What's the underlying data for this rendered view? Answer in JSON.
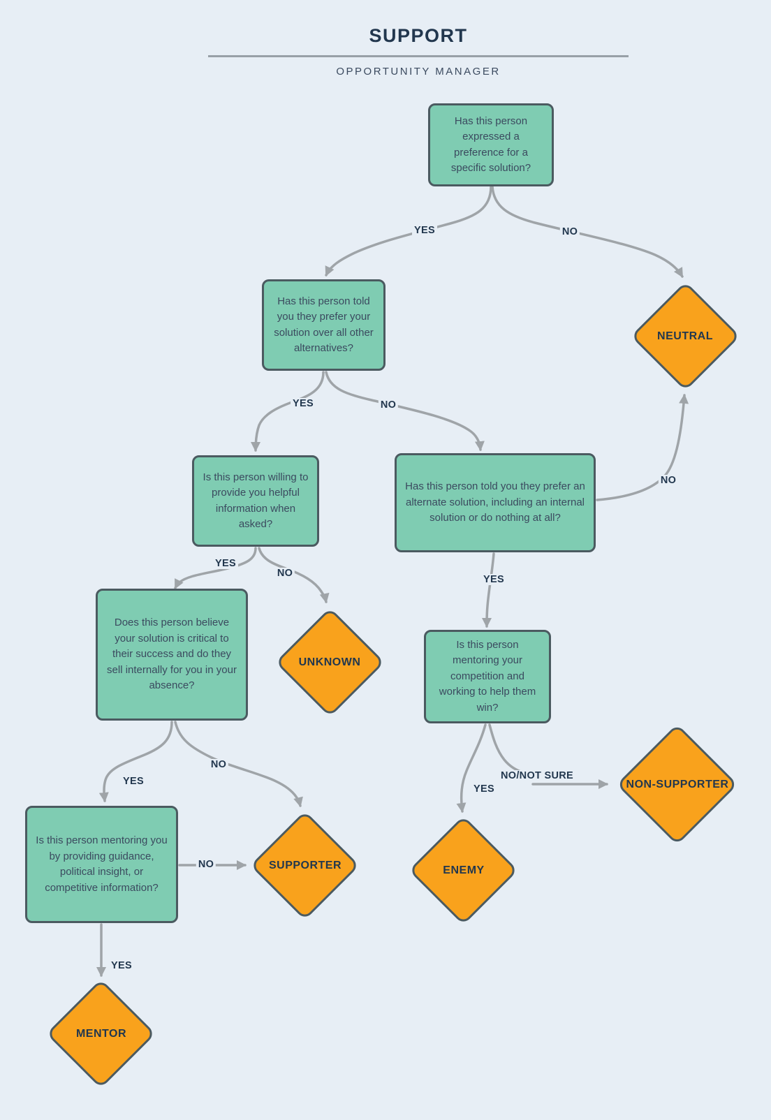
{
  "header": {
    "title": "SUPPORT",
    "subtitle": "OPPORTUNITY MANAGER"
  },
  "colors": {
    "background": "#e7eef5",
    "node_fill": "#7fccb2",
    "node_border": "#4b5a60",
    "outcome_fill": "#f9a21c",
    "outcome_border": "#4b5a60",
    "text": "#3b4a5f",
    "label_text": "#22374e",
    "arrow": "#9fa4a8",
    "divider": "#98a0a7"
  },
  "questions": {
    "preference": "Has this person expressed a preference for a specific solution?",
    "prefer_yours": "Has this person told you they prefer your solution over all other alternatives?",
    "willing_info": "Is this person willing to provide you helpful information when asked?",
    "prefer_alternate": "Has this person told you they prefer an alternate solution, including an internal solution or do nothing at all?",
    "critical_success": "Does this person believe your solution is critical to their success and do they sell internally for you in your absence?",
    "mentoring_you": "Is this person mentoring you by providing guidance, political insight, or competitive information?",
    "mentoring_competition": "Is this person mentoring your competition and working to help them win?"
  },
  "outcomes": {
    "neutral": "NEUTRAL",
    "unknown": "UNKNOWN",
    "supporter": "SUPPORTER",
    "mentor": "MENTOR",
    "enemy": "ENEMY",
    "non_supporter": "NON-SUPPORTER"
  },
  "edge_labels": {
    "yes": "YES",
    "no": "NO",
    "no_not_sure": "NO/NOT SURE"
  },
  "edges": [
    {
      "from": "preference",
      "to": "prefer_yours",
      "label": "YES"
    },
    {
      "from": "preference",
      "to": "neutral",
      "label": "NO"
    },
    {
      "from": "prefer_yours",
      "to": "willing_info",
      "label": "YES"
    },
    {
      "from": "prefer_yours",
      "to": "prefer_alternate",
      "label": "NO"
    },
    {
      "from": "willing_info",
      "to": "critical_success",
      "label": "YES"
    },
    {
      "from": "willing_info",
      "to": "unknown",
      "label": "NO"
    },
    {
      "from": "critical_success",
      "to": "mentoring_you",
      "label": "YES"
    },
    {
      "from": "critical_success",
      "to": "supporter",
      "label": "NO"
    },
    {
      "from": "mentoring_you",
      "to": "supporter",
      "label": "NO"
    },
    {
      "from": "mentoring_you",
      "to": "mentor",
      "label": "YES"
    },
    {
      "from": "prefer_alternate",
      "to": "neutral",
      "label": "NO"
    },
    {
      "from": "prefer_alternate",
      "to": "mentoring_competition",
      "label": "YES"
    },
    {
      "from": "mentoring_competition",
      "to": "enemy",
      "label": "YES"
    },
    {
      "from": "mentoring_competition",
      "to": "non_supporter",
      "label": "NO/NOT SURE"
    }
  ]
}
